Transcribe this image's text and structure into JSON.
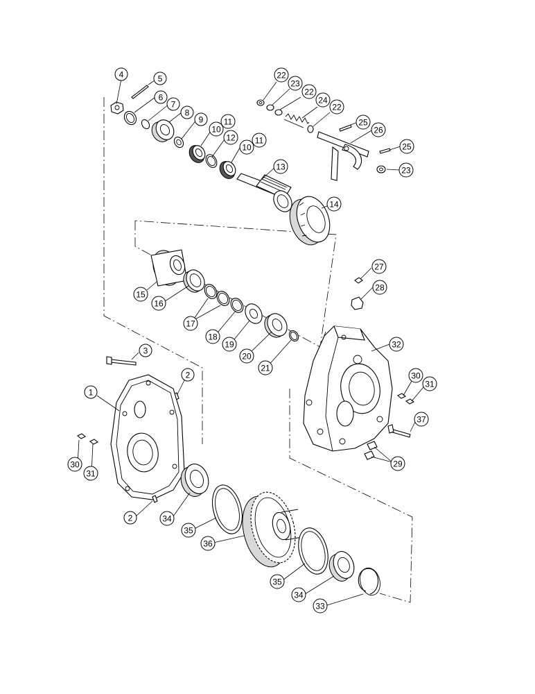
{
  "callouts": [
    {
      "id": "c4",
      "label": "4"
    },
    {
      "id": "c5",
      "label": "5"
    },
    {
      "id": "c6",
      "label": "6"
    },
    {
      "id": "c7",
      "label": "7"
    },
    {
      "id": "c8",
      "label": "8"
    },
    {
      "id": "c9",
      "label": "9"
    },
    {
      "id": "c10a",
      "label": "10"
    },
    {
      "id": "c11a",
      "label": "11"
    },
    {
      "id": "c12",
      "label": "12"
    },
    {
      "id": "c10b",
      "label": "10"
    },
    {
      "id": "c11b",
      "label": "11"
    },
    {
      "id": "c13",
      "label": "13"
    },
    {
      "id": "c14",
      "label": "14"
    },
    {
      "id": "c22a",
      "label": "22"
    },
    {
      "id": "c23a",
      "label": "23"
    },
    {
      "id": "c22b",
      "label": "22"
    },
    {
      "id": "c24",
      "label": "24"
    },
    {
      "id": "c22c",
      "label": "22"
    },
    {
      "id": "c25a",
      "label": "25"
    },
    {
      "id": "c26",
      "label": "26"
    },
    {
      "id": "c25b",
      "label": "25"
    },
    {
      "id": "c23b",
      "label": "23"
    },
    {
      "id": "c15",
      "label": "15"
    },
    {
      "id": "c16",
      "label": "16"
    },
    {
      "id": "c17",
      "label": "17"
    },
    {
      "id": "c18",
      "label": "18"
    },
    {
      "id": "c19",
      "label": "19"
    },
    {
      "id": "c20",
      "label": "20"
    },
    {
      "id": "c21",
      "label": "21"
    },
    {
      "id": "c27",
      "label": "27"
    },
    {
      "id": "c28",
      "label": "28"
    },
    {
      "id": "c32",
      "label": "32"
    },
    {
      "id": "c3",
      "label": "3"
    },
    {
      "id": "c2a",
      "label": "2"
    },
    {
      "id": "c1",
      "label": "1"
    },
    {
      "id": "c30a",
      "label": "30"
    },
    {
      "id": "c31a",
      "label": "31"
    },
    {
      "id": "c2b",
      "label": "2"
    },
    {
      "id": "c34a",
      "label": "34"
    },
    {
      "id": "c35a",
      "label": "35"
    },
    {
      "id": "c36",
      "label": "36"
    },
    {
      "id": "c30b",
      "label": "30"
    },
    {
      "id": "c31b",
      "label": "31"
    },
    {
      "id": "c37",
      "label": "37"
    },
    {
      "id": "c29",
      "label": "29"
    },
    {
      "id": "c35b",
      "label": "35"
    },
    {
      "id": "c34b",
      "label": "34"
    },
    {
      "id": "c33",
      "label": "33"
    }
  ]
}
